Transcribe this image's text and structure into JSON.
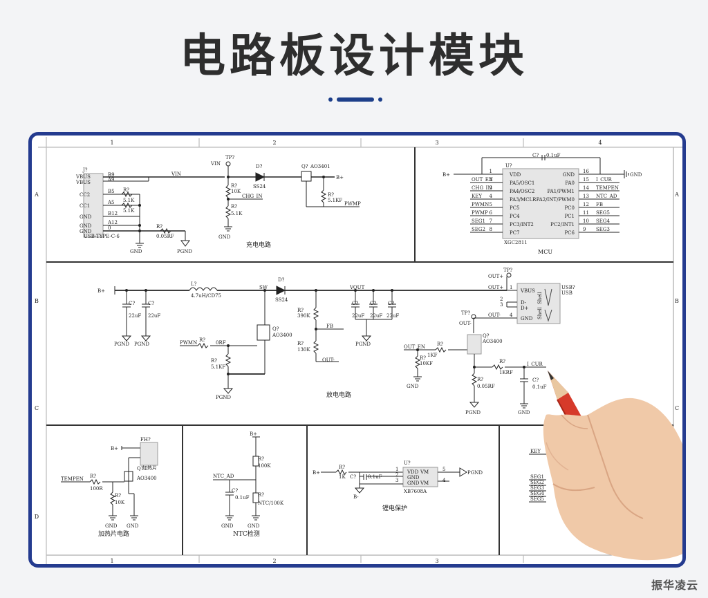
{
  "page": {
    "title": "电路板设计模块",
    "watermark": "振华凌云"
  },
  "colors": {
    "frame_border": "#243b8f",
    "title_text": "#2e2e2e",
    "accent": "#1d3f8a",
    "pencil_red": "#d63a2a"
  },
  "grid": {
    "col_labels": [
      "1",
      "2",
      "3",
      "4"
    ],
    "row_labels": [
      "A",
      "B",
      "C",
      "D"
    ]
  },
  "section_labels": {
    "charge": "充电电路",
    "mcu": "MCU",
    "discharge": "放电电路",
    "heater": "加热片电路",
    "ntc": "NTC检测",
    "battery": "锂电保护"
  },
  "charge": {
    "connector_ref": "J?",
    "connector_pins": [
      "VBUS",
      "VBUS",
      "CC2",
      "CC1",
      "GND",
      "GND",
      "GND"
    ],
    "connector_pin_ids": [
      "B9",
      "A9",
      "B5",
      "A5",
      "B12",
      "A12",
      "0"
    ],
    "connector_name": "USB-TYPE-C-6",
    "vin": "VIN",
    "tp_ref": "TP?",
    "tp_vin": "VIN",
    "diode_ref": "D?",
    "diode_name": "SS24",
    "q_ref": "Q?",
    "q_name": "AO3401",
    "bplus": "B+",
    "r_ref": "R?",
    "r_5k1": "5.1K",
    "r_5k1_b": "5.1K",
    "r_10k": "10K",
    "r_5k1_c": "5.1K",
    "r_5k1kf": "5.1KF",
    "r_005": "0.05RF",
    "chg_in": "CHG_IN",
    "pwmp": "PWMP",
    "gnd": "GND",
    "pgnd": "PGND"
  },
  "mcu": {
    "cap_ref": "C?",
    "cap_val": "0.1uF",
    "u_ref": "U?",
    "bplus": "B+",
    "gnd": "GND",
    "part": "XGC2811",
    "left_pins": [
      "VDD",
      "PA5/OSC1",
      "PA4/OSC2",
      "PA3/MCLR",
      "PC5",
      "PC4",
      "PC3/INT2",
      "PC7"
    ],
    "right_pins": [
      "GND",
      "PA0",
      "PA1/PWM1",
      "PA2/INT/PWM0",
      "PC0",
      "PC1",
      "PC2/INT1",
      "PC6"
    ],
    "left_nums": [
      "1",
      "2",
      "3",
      "4",
      "5",
      "6",
      "7",
      "8"
    ],
    "right_nums": [
      "16",
      "15",
      "14",
      "13",
      "12",
      "11",
      "10",
      "9"
    ],
    "left_nets": [
      "OUT_EN",
      "CHG_IN",
      "KEY",
      "PWMN",
      "PWMP",
      "SEG1",
      "SEG2"
    ],
    "right_nets": [
      "I_CUR",
      "TEMPEN",
      "NTC_AD",
      "FB",
      "SEG5",
      "SEG4",
      "SEG3"
    ]
  },
  "discharge": {
    "bplus": "B+",
    "c1": "C?",
    "c1v": "22uF",
    "c2": "C?",
    "c2v": "22uF",
    "l_ref": "L?",
    "l_val": "4.7uH/CD75",
    "sw": "SW",
    "d_ref": "D?",
    "d_name": "SS24",
    "vout": "VOUT",
    "tp_ref": "TP?",
    "out_plus": "OUT+",
    "out4": "OUT+",
    "usb_ref": "USB?",
    "usb_name": "USB",
    "usb_pins": [
      "VBUS",
      "D-",
      "D+",
      "GND"
    ],
    "usb_pin_nums": [
      "1",
      "2",
      "3",
      "4"
    ],
    "shell1": "Shell",
    "shell2": "Shell",
    "r390": "390K",
    "r130": "130K",
    "fb": "FB",
    "out_minus": "OUT-",
    "c3": "C?",
    "c3v": "22uF",
    "c4": "C?",
    "c4v": "22uF",
    "c5": "C?",
    "c5v": "22uF",
    "pwmn": "PWMN",
    "r0rf": "0RF",
    "r5k1kf": "5.1KF",
    "q_ref": "Q?",
    "q_name": "AO3400",
    "tp2": "TP?",
    "out_minus2": "OUT-",
    "out4b": "OUT-",
    "out_en": "OUT_EN",
    "r1kf": "1KF",
    "r10kf": "10KF",
    "q2_ref": "Q?",
    "q2_name": "AO3400",
    "i_cur": "I_CUR",
    "r1krf": "1KRF",
    "r005rf": "0.05RF",
    "c6": "C?",
    "c6v": "0.1uF",
    "r_ref": "R?",
    "pgnd": "PGND",
    "gnd": "GND"
  },
  "heater": {
    "bplus": "B+",
    "fh_ref": "FH?",
    "fh_label": "加热片",
    "tempen": "TEMPEN",
    "r100r": "100R",
    "r10k": "10K",
    "q_ref": "Q?",
    "q_name": "AO3400",
    "r_ref": "R?",
    "gnd": "GND"
  },
  "ntc": {
    "bplus": "B+",
    "r100k": "100K",
    "ntc_ad": "NTC_AD",
    "c_ref": "C?",
    "c_val": "0.1uF",
    "ntc100k": "NTC/100K",
    "r_ref": "R?",
    "gnd": "GND"
  },
  "battery": {
    "bplus": "B+",
    "r_ref": "R?",
    "r_val": "1K",
    "c_ref": "C?",
    "c_val": "0.1uF",
    "u_ref": "U?",
    "pins": [
      "VDD",
      "GND",
      "GND"
    ],
    "right_pins": [
      "VM",
      "VM"
    ],
    "pin_nums": [
      "1",
      "2",
      "3"
    ],
    "right_nums": [
      "5",
      "4"
    ],
    "part": "XB7608A",
    "bminus": "B-",
    "pgnd": "PGND"
  },
  "keypad": {
    "key": "KEY",
    "segs": [
      "SEG1",
      "SEG2",
      "SEG3",
      "SEG4",
      "SEG5"
    ]
  }
}
